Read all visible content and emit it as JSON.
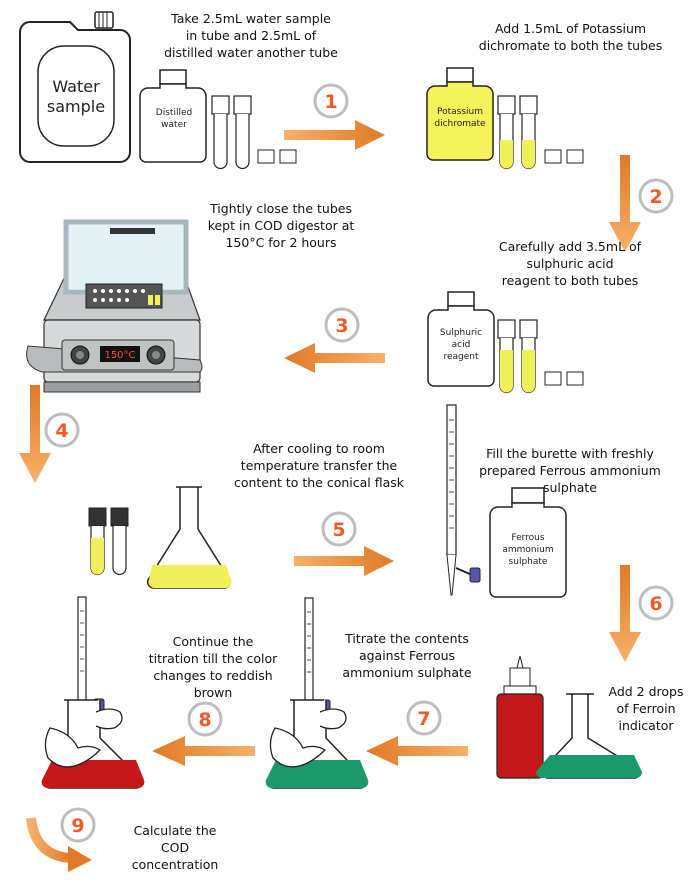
{
  "colors": {
    "arrow_light": "#f7b06a",
    "arrow_dark": "#e07a26",
    "step_number": "#f05a28",
    "yellow": "#f2f05a",
    "dichromate_yellow": "#f6f25a",
    "green": "#1a9a6c",
    "red": "#c41818",
    "glass_frame": "#a8b7bd",
    "vial_blue": "#5a56a8"
  },
  "labels": {
    "water_container": [
      "Water",
      "sample"
    ],
    "distilled_bottle": [
      "Distilled",
      "water"
    ],
    "dichromate_bottle": [
      "Potassium",
      "dichromate"
    ],
    "sulphuric_bottle": [
      "Sulphuric",
      "acid",
      "reagent"
    ],
    "ferrous_bottle": [
      "Ferrous",
      "ammonium",
      "sulphate"
    ],
    "digestor_display": "150°C"
  },
  "steps": [
    {
      "number": "1",
      "text": [
        "Take 2.5mL water sample",
        "in tube and 2.5mL of",
        "distilled water another tube"
      ]
    },
    {
      "number": "2",
      "text": [
        "Add 1.5mL of Potassium",
        "dichromate to both the tubes"
      ]
    },
    {
      "number": "3",
      "text": [
        "Carefully add 3.5mL of",
        "sulphuric acid",
        "reagent to both tubes"
      ]
    },
    {
      "number": "4",
      "text": [
        "Tightly close the tubes",
        "kept in COD digestor at",
        "150°C for 2 hours"
      ]
    },
    {
      "number": "5",
      "text": [
        "After cooling to room",
        "temperature transfer the",
        "content to the conical flask"
      ]
    },
    {
      "number": "6",
      "text": [
        "Fill the burette with freshly",
        "prepared Ferrous ammonium",
        "sulphate"
      ]
    },
    {
      "number": "7",
      "text": [
        "Add 2 drops",
        "of Ferroin",
        "indicator"
      ]
    },
    {
      "number": "8",
      "text": [
        "Titrate the contents",
        "against Ferrous",
        "ammonium sulphate"
      ]
    },
    {
      "number": "9",
      "text": [
        "Continue the",
        "titration till the color",
        "changes to reddish",
        "brown"
      ]
    },
    {
      "number": "",
      "text": [
        "Calculate the",
        "COD",
        "concentration"
      ]
    }
  ]
}
